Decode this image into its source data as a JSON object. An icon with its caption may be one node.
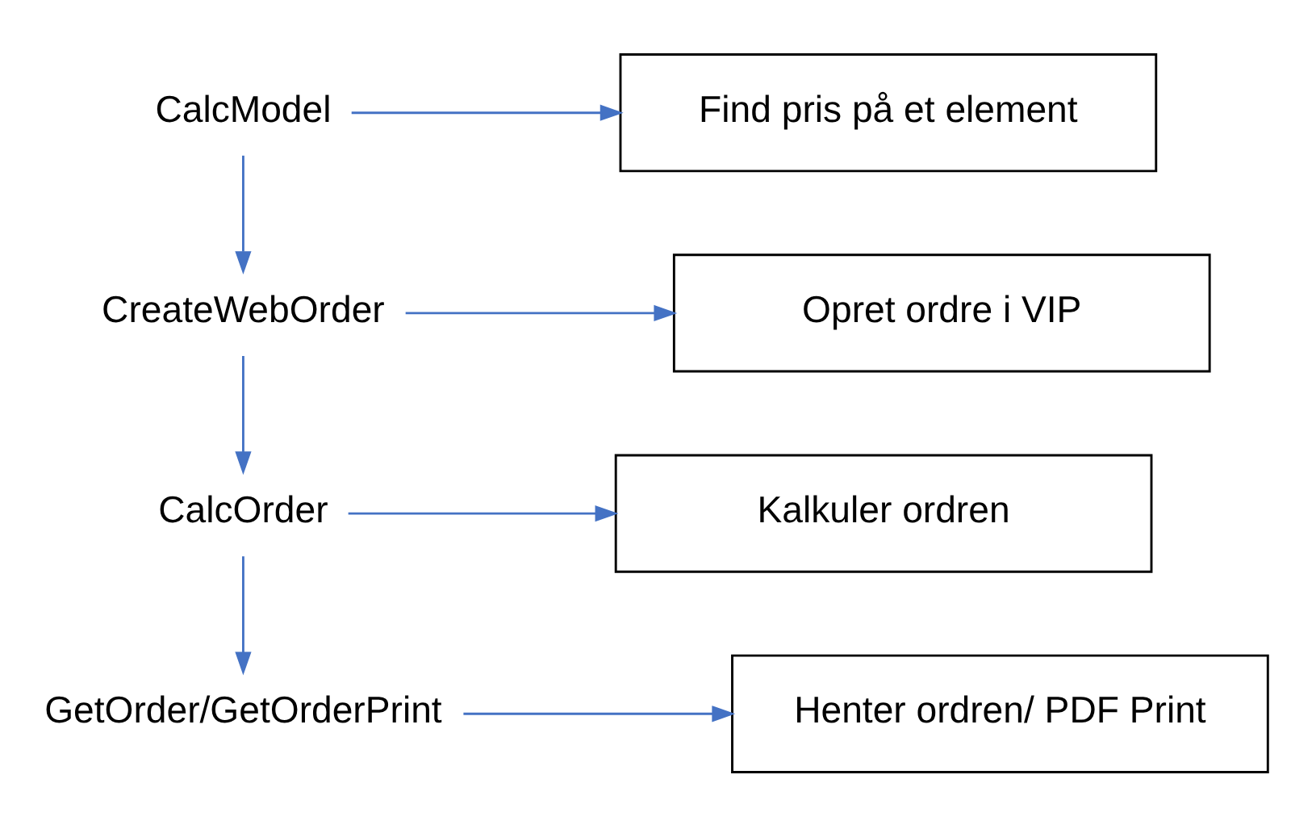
{
  "diagram": {
    "nodes": [
      {
        "text": [
          "CalcModel"
        ]
      },
      {
        "text": [
          "Find pris på et element"
        ]
      },
      {
        "text": [
          "CreateWebOrder"
        ]
      },
      {
        "text": [
          "Opret ordre i VIP"
        ]
      },
      {
        "text": [
          "CalcOrder"
        ]
      },
      {
        "text": [
          "Kalkuler ordren"
        ]
      },
      {
        "text": [
          "GetOrder/GetOrderPrint"
        ]
      },
      {
        "text": [
          "Henter ordren/ PDF Print"
        ]
      }
    ],
    "edges": [
      {
        "from": 0,
        "to": 1,
        "arrow": "to"
      },
      {
        "from": 0,
        "to": 2,
        "arrow": "to"
      },
      {
        "from": 2,
        "to": 3,
        "arrow": "to"
      },
      {
        "from": 2,
        "to": 4,
        "arrow": "to"
      },
      {
        "from": 4,
        "to": 5,
        "arrow": "to"
      },
      {
        "from": 4,
        "to": 6,
        "arrow": "to"
      },
      {
        "from": 6,
        "to": 7,
        "arrow": "to"
      }
    ]
  }
}
